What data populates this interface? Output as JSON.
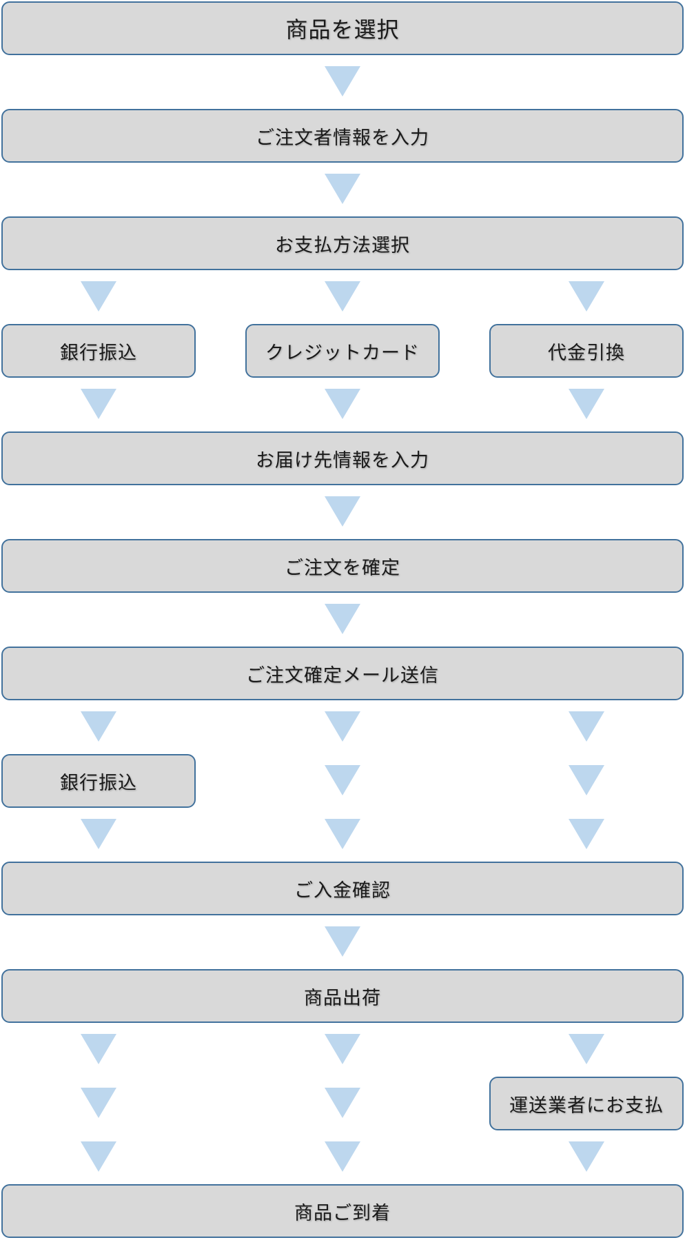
{
  "steps": {
    "select_product": "商品を選択",
    "enter_orderer_info": "ご注文者情報を入力",
    "select_payment": "お支払方法選択",
    "bank_transfer": "銀行振込",
    "credit_card": "クレジットカード",
    "cash_on_delivery": "代金引換",
    "enter_delivery_info": "お届け先情報を入力",
    "confirm_order": "ご注文を確定",
    "send_confirmation_mail": "ご注文確定メール送信",
    "bank_transfer_2": "銀行振込",
    "confirm_payment": "ご入金確認",
    "ship_product": "商品出荷",
    "pay_carrier": "運送業者にお支払",
    "product_arrival": "商品ご到着"
  },
  "colors": {
    "box_fill": "#d9d9d9",
    "box_border": "#41719c",
    "arrow": "#bdd7ee"
  }
}
